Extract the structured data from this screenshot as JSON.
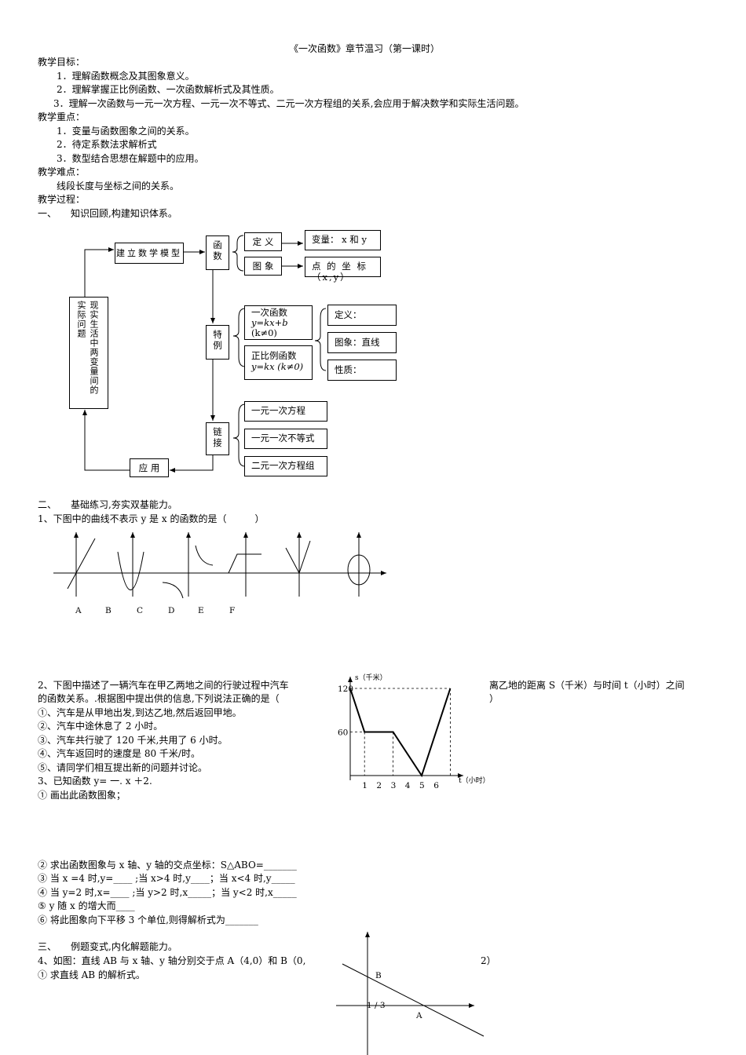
{
  "title": "《一次函数》章节温习（第一课时）",
  "goals": {
    "heading": "教学目标：",
    "items": [
      "1．理解函数概念及其图象意义。",
      "2．理解掌握正比例函数、一次函数解析式及其性质。",
      "3．理解一次函数与一元一次方程、一元一次不等式、二元一次方程组的关系,会应用于解决数学和实际生活问题。"
    ]
  },
  "key_points": {
    "heading": "教学重点：",
    "items": [
      "1．变量与函数图象之间的关系。",
      "2．待定系数法求解析式",
      "3．数型结合思想在解题中的应用。"
    ]
  },
  "difficult": {
    "heading": "教学难点：",
    "item": "线段长度与坐标之间的关系。"
  },
  "process": {
    "heading": "教学过程：",
    "section1": "一、　　知识回顾,构建知识体系。",
    "section2": "二、　　基础练习,夯实双基能力。",
    "section3": "三、　　例题变式,内化解题能力。"
  },
  "map": {
    "real": "现实生活中两变量间的实际问题",
    "model": "建立数学模型",
    "func": "函数",
    "special": "特例",
    "link": "链接",
    "apply": "应 用",
    "def": "定 义",
    "graph": "图 象",
    "var": "变量： x 和 y",
    "point": "点 的 坐 标（x,y）",
    "linear": [
      "一次函数",
      "y=kx+b",
      "(k≠0)"
    ],
    "proportional": [
      "正比例函数",
      "y=kx (k≠0)"
    ],
    "def2": "定义：",
    "graph2": "图象：直线",
    "prop": "性质：",
    "eq1": "一元一次方程",
    "ineq": "一元一次不等式",
    "sys": "二元一次方程组"
  },
  "q1": {
    "text": "1、下图中的曲线不表示 y 是 x 的函数的是（　　　）",
    "labels": [
      "A",
      "B",
      "C",
      "D",
      "E",
      "F"
    ]
  },
  "q2": {
    "line1a": "2、下图中描述了一辆汽车在甲乙两地之间的行驶过程中汽车",
    "line1b": "离乙地的距离 S（千米）与时间 t（小时）之间",
    "line2a": "的函数关系。.根据图中提出供的信息,下列说法正确的是（",
    "line2b": "）",
    "items": [
      "①、汽车是从甲地出发,到达乙地,然后返回甲地。",
      "②、汽车中途休息了 2 小时。",
      "③、汽车共行驶了 120 千米,共用了 6 小时。",
      "④、汽车返回时的速度是 80 千米/时。",
      "⑤、请同学们相互提出新的问题并讨论。"
    ]
  },
  "q3": {
    "line": "3、已知函数 y= 一. x ＋2.",
    "items": [
      "① 画出此函数图象；",
      "② 求出函数图象与 x 轴、y 轴的交点坐标：S△ABO=_______",
      "③ 当 x =4 时,y=____ ;当 x>4 时,y____；当 x<4 时,y_____",
      "④ 当 y=2 时,x=____ ;当 y>2 时,x_____；当 y<2 时,x_____",
      "⑤ y 随 x 的增大而____",
      "⑥ 将此图象向下平移 3 个单位,则得解析式为_______"
    ]
  },
  "q4": {
    "line1a": "4、如图：直线 AB 与 x 轴、y 轴分别交于点 A（4,0）和 B（0,",
    "line1b": "2）",
    "item": "① 求直线 AB 的解析式。",
    "labels": {
      "A": "A",
      "B": "B"
    },
    "page": "1 / 3"
  },
  "chart_data": {
    "type": "line",
    "x_label": "t（小时）",
    "y_label": "s（千米）",
    "x_ticks": [
      "1",
      "2",
      "3",
      "4",
      "5",
      "6"
    ],
    "y_ticks": [
      "60",
      "120"
    ],
    "x": [
      0,
      1,
      3,
      5,
      7
    ],
    "y": [
      120,
      60,
      60,
      0,
      120
    ]
  }
}
